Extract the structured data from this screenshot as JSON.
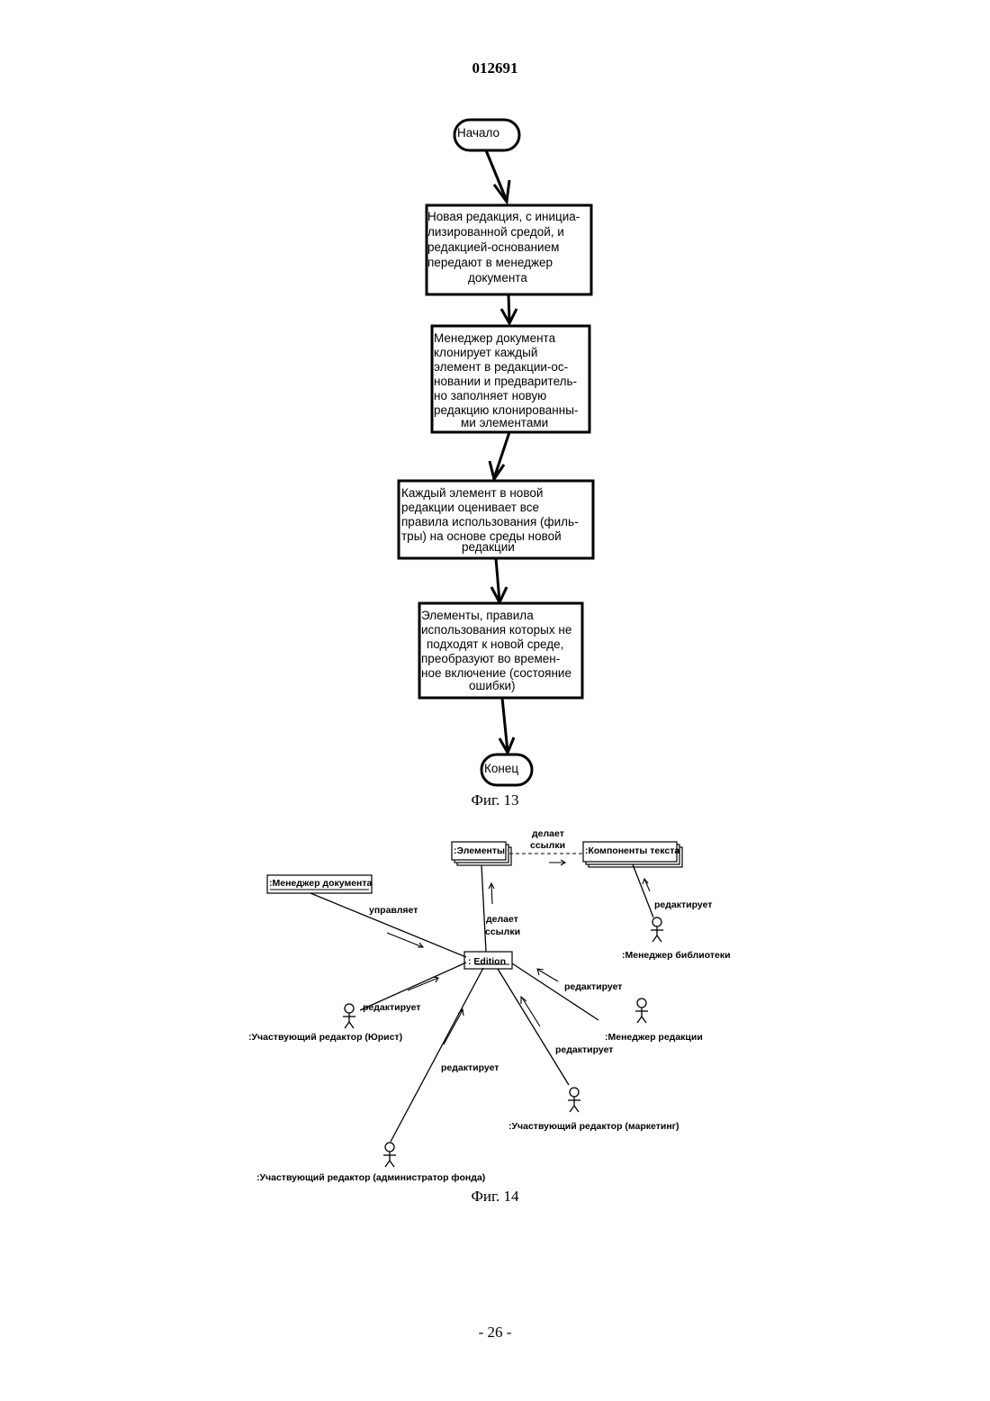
{
  "header": {
    "doc_number": "012691"
  },
  "figure13": {
    "start": "Начало",
    "steps": [
      [
        "Новая редакция, с инициа-",
        "лизированной   средой, и",
        "редакцией-основанием",
        "передают в менеджер",
        "документа"
      ],
      [
        "Менеджер документа",
        "клонирует каждый",
        "элемент в редакции-ос-",
        "новании и предваритель-",
        "но заполняет новую",
        "редакцию клонированны-",
        "ми элементами"
      ],
      [
        "Каждый элемент в новой",
        "редакции оценивает все",
        "правила использования (филь-",
        "тры) на основе среды новой",
        "редакции"
      ],
      [
        "Элементы, правила",
        "использования которых не",
        "подходят к новой среде,",
        "преобразуют во времен-",
        "ное включение (состояние",
        "ошибки)"
      ]
    ],
    "end": "Конец",
    "caption": "Фиг. 13"
  },
  "figure14": {
    "objects": {
      "elements": ":Элементы",
      "text_components": ":Компоненты текста",
      "document_manager": ":Менеджер документа",
      "edition": ": Edition"
    },
    "relations": {
      "makes_refs_top": [
        "делает",
        "ссылки"
      ],
      "manages": "управляет",
      "makes_refs_vertical": [
        "делает",
        "ссылки"
      ],
      "edits_library": "редактирует",
      "edits_edition_manager": "редактирует",
      "edits_marketing": "редактирует",
      "edits_lawyer": "редактирует",
      "edits_fund_admin": "редактирует"
    },
    "actors": {
      "library_manager": ":Менеджер библиотеки",
      "edition_manager": ":Менеджер редакции",
      "lawyer": ":Участвующий редактор (Юрист)",
      "marketing": ":Участвующий редактор (маркетинг)",
      "fund_admin": ":Участвующий редактор (администратор фонда)"
    },
    "caption": "Фиг. 14"
  },
  "footer": {
    "page": "- 26 -"
  }
}
